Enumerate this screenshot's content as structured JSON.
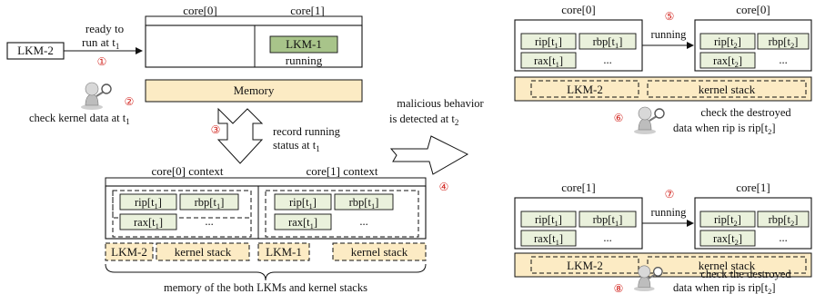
{
  "left": {
    "lkm2": "LKM-2",
    "ready_line1": "ready to",
    "ready_line2": "run at t",
    "ready_sub": "1",
    "step1": "①",
    "step2": "②",
    "core0": "core[0]",
    "core1": "core[1]",
    "lkm1": "LKM-1",
    "running": "running",
    "memory": "Memory",
    "check_text": "check kernel data at t",
    "check_sub": "1"
  },
  "middle": {
    "step3": "③",
    "record_line1": "record running",
    "record_line2": "status at  t",
    "record_sub": "1",
    "core0_context": "core[0] context",
    "core1_context": "core[1] context",
    "rip": "rip[t",
    "rbp": "rbp[t",
    "rax": "rax[t",
    "sub1": "1",
    "close": "]",
    "ellipsis": "...",
    "lkm2": "LKM-2",
    "lkm1": "LKM-1",
    "kernel_stack": "kernel stack",
    "memory_caption": "memory of the both LKMs and kernel stacks"
  },
  "arrow4": {
    "line1": "malicious behavior",
    "line2": "is detected at t",
    "sub": "2",
    "step4": "④"
  },
  "right_top": {
    "core_left": "core[0]",
    "core_right": "core[0]",
    "step5": "⑤",
    "running": "running",
    "step6": "⑥",
    "lkm2": "LKM-2",
    "kernel_stack": "kernel stack",
    "check_line1": "check the destroyed",
    "check_line2": "data when rip is rip[t",
    "check_sub": "2",
    "check_close": "]"
  },
  "right_bottom": {
    "core_left": "core[1]",
    "core_right": "core[1]",
    "step7": "⑦",
    "running": "running",
    "step8": "⑧",
    "lkm2": "LKM-2",
    "kernel_stack": "kernel stack",
    "check_line1": "check the destroyed",
    "check_line2": "data when rip is rip[t",
    "check_sub": "2",
    "check_close": "]"
  },
  "regs_t2": {
    "rip": "rip[t",
    "rbp": "rbp[t",
    "rax": "rax[t",
    "sub2": "2",
    "sub1": "1",
    "close": "]",
    "ellipsis": "..."
  },
  "colors": {
    "memory_fill": "#fcebc4",
    "register_fill": "#eaf1dc",
    "lkm1_fill": "#a8c48a",
    "step_red": "#d2231d"
  }
}
